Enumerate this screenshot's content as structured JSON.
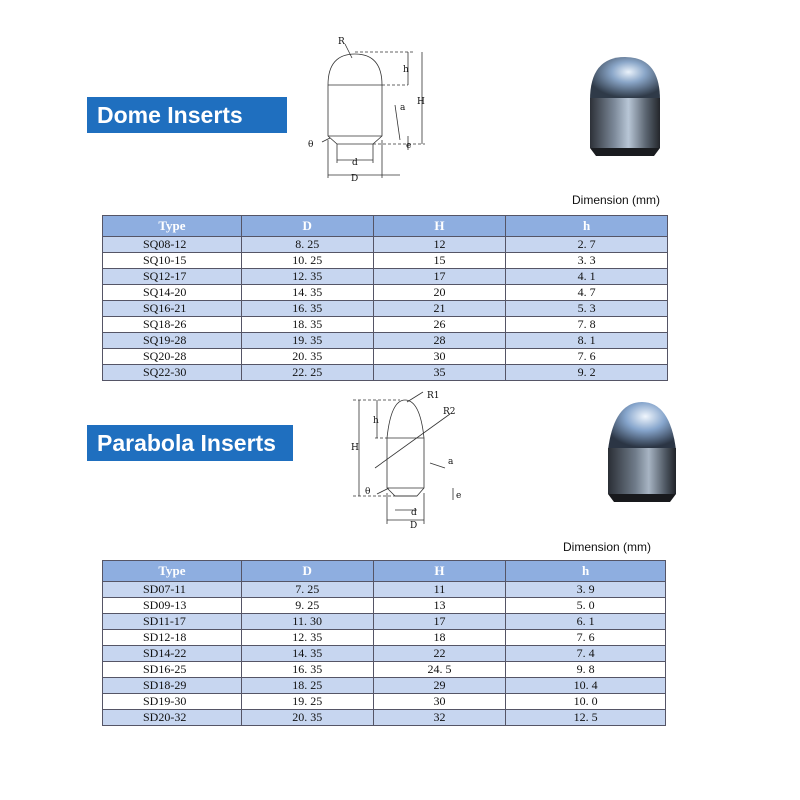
{
  "dome": {
    "banner": "Dome Inserts",
    "dimension_label": "Dimension (mm)",
    "drawing_labels": {
      "R": "R",
      "h": "h",
      "H": "H",
      "a": "a",
      "e": "e",
      "theta": "θ",
      "d": "d",
      "D": "D"
    },
    "headers": [
      "Type",
      "D",
      "H",
      "h"
    ],
    "rows": [
      [
        "SQ08-12",
        "8. 25",
        "12",
        "2. 7"
      ],
      [
        "SQ10-15",
        "10. 25",
        "15",
        "3. 3"
      ],
      [
        "SQ12-17",
        "12. 35",
        "17",
        "4. 1"
      ],
      [
        "SQ14-20",
        "14. 35",
        "20",
        "4. 7"
      ],
      [
        "SQ16-21",
        "16. 35",
        "21",
        "5. 3"
      ],
      [
        "SQ18-26",
        "18. 35",
        "26",
        "7. 8"
      ],
      [
        "SQ19-28",
        "19. 35",
        "28",
        "8. 1"
      ],
      [
        "SQ20-28",
        "20. 35",
        "30",
        "7. 6"
      ],
      [
        "SQ22-30",
        "22. 25",
        "35",
        "9. 2"
      ]
    ]
  },
  "parabola": {
    "banner": "Parabola Inserts",
    "dimension_label": "Dimension (mm)",
    "drawing_labels": {
      "R1": "R1",
      "R2": "R2",
      "h": "h",
      "H": "H",
      "a": "a",
      "e": "e",
      "theta": "θ",
      "d": "d",
      "D": "D"
    },
    "headers": [
      "Type",
      "D",
      "H",
      "h"
    ],
    "rows": [
      [
        "SD07-11",
        "7. 25",
        "11",
        "3. 9"
      ],
      [
        "SD09-13",
        "9. 25",
        "13",
        "5. 0"
      ],
      [
        "SD11-17",
        "11. 30",
        "17",
        "6. 1"
      ],
      [
        "SD12-18",
        "12. 35",
        "18",
        "7. 6"
      ],
      [
        "SD14-22",
        "14. 35",
        "22",
        "7. 4"
      ],
      [
        "SD16-25",
        "16. 35",
        "24. 5",
        "9. 8"
      ],
      [
        "SD18-29",
        "18. 25",
        "29",
        "10. 4"
      ],
      [
        "SD19-30",
        "19. 25",
        "30",
        "10. 0"
      ],
      [
        "SD20-32",
        "20. 35",
        "32",
        "12. 5"
      ]
    ]
  },
  "colors": {
    "banner": "#1f6fbf",
    "header": "#8eaee0",
    "alt_row": "#c7d6f0"
  }
}
